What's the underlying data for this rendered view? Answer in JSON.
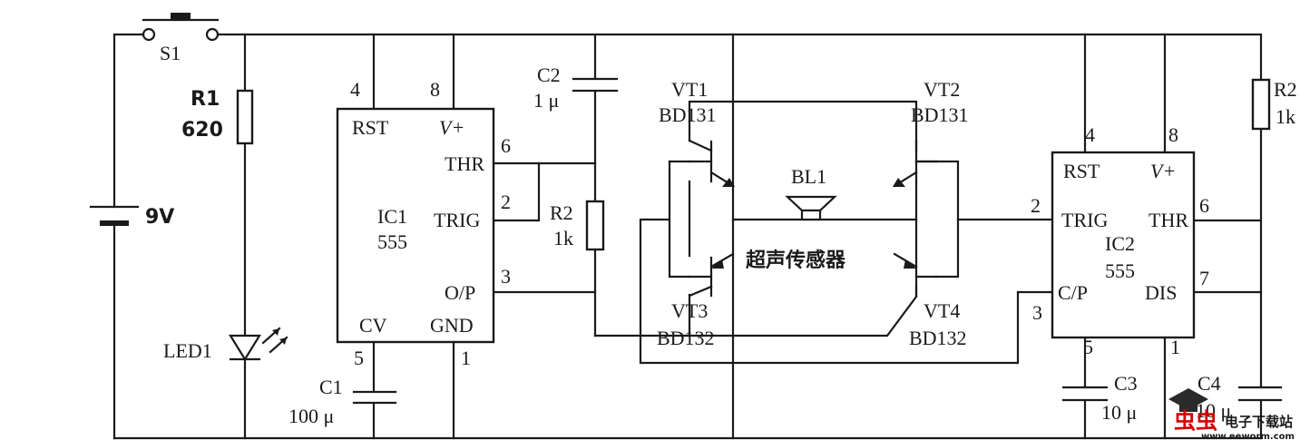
{
  "labels": {
    "s1": "S1",
    "r1_name": "R1",
    "r1_value": "620",
    "battery": "9V",
    "led": "LED1",
    "ic1_pin4": "4",
    "ic1_pin8": "8",
    "ic1_rst": "RST",
    "ic1_vplus": "V+",
    "ic1_thr": "THR",
    "ic1_pin6": "6",
    "ic1_name": "IC1",
    "ic1_type": "555",
    "ic1_trig": "TRIG",
    "ic1_pin2": "2",
    "ic1_op": "O/P",
    "ic1_pin3": "3",
    "ic1_cv": "CV",
    "ic1_gnd": "GND",
    "ic1_pin5": "5",
    "ic1_pin1": "1",
    "c1_name": "C1",
    "c1_value": "100 μ",
    "c2_name": "C2",
    "c2_value": "1 μ",
    "r2a_name": "R2",
    "r2a_value": "1k",
    "vt1_name": "VT1",
    "vt1_type": "BD131",
    "vt2_name": "VT2",
    "vt2_type": "BD131",
    "vt3_name": "VT3",
    "vt3_type": "BD132",
    "vt4_name": "VT4",
    "vt4_type": "BD132",
    "bl1": "BL1",
    "sensor": "超声传感器",
    "ic2_pin4": "4",
    "ic2_pin8": "8",
    "ic2_rst": "RST",
    "ic2_vplus": "V+",
    "ic2_pin2": "2",
    "ic2_trig": "TRIG",
    "ic2_thr": "THR",
    "ic2_pin6": "6",
    "ic2_name": "IC2",
    "ic2_type": "555",
    "ic2_cp": "C/P",
    "ic2_dis": "DIS",
    "ic2_pin7": "7",
    "ic2_pin3": "3",
    "ic2_pin5": "5",
    "ic2_pin1": "1",
    "c3_name": "C3",
    "c3_value": "10 μ",
    "c4_name": "C4",
    "c4_value": "10 μ",
    "r2b_name": "R2",
    "r2b_value": "1k"
  },
  "watermark": {
    "logo_text": "电子下载站",
    "url": "www.eeworm.com",
    "logo_color": "#d40000",
    "hat_color": "#2a2a2a"
  }
}
